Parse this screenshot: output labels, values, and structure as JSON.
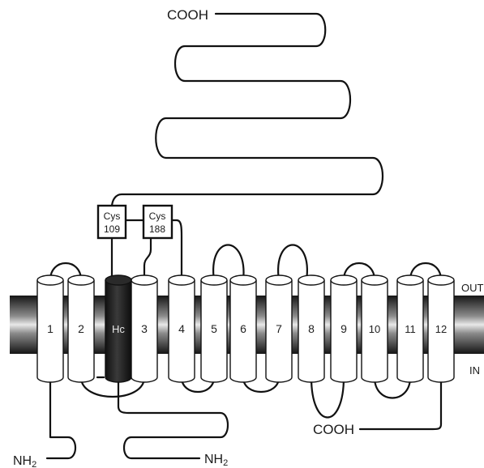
{
  "labels": {
    "cooh_top": "COOH",
    "cooh_bottom": "COOH",
    "nh2_left": "NH",
    "nh2_left_sub": "2",
    "nh2_right": "NH",
    "nh2_right_sub": "2",
    "out": "OUT",
    "in": "IN"
  },
  "boxes": [
    {
      "line1": "Cys",
      "line2": "109"
    },
    {
      "line1": "Cys",
      "line2": "188"
    }
  ],
  "helices": [
    {
      "label": "1",
      "style": "light"
    },
    {
      "label": "2",
      "style": "light"
    },
    {
      "label": "Hc",
      "style": "dark"
    },
    {
      "label": "3",
      "style": "light"
    },
    {
      "label": "4",
      "style": "light"
    },
    {
      "label": "5",
      "style": "light"
    },
    {
      "label": "6",
      "style": "light"
    },
    {
      "label": "7",
      "style": "light"
    },
    {
      "label": "8",
      "style": "light"
    },
    {
      "label": "9",
      "style": "light"
    },
    {
      "label": "10",
      "style": "light"
    },
    {
      "label": "11",
      "style": "light"
    },
    {
      "label": "12",
      "style": "light"
    }
  ],
  "colors": {
    "membrane_dark": "#1a1a1a",
    "membrane_light": "#e0e0e0",
    "helix_fill": "#ffffff",
    "hc_fill": "#1e1e1e",
    "line": "#111111"
  }
}
